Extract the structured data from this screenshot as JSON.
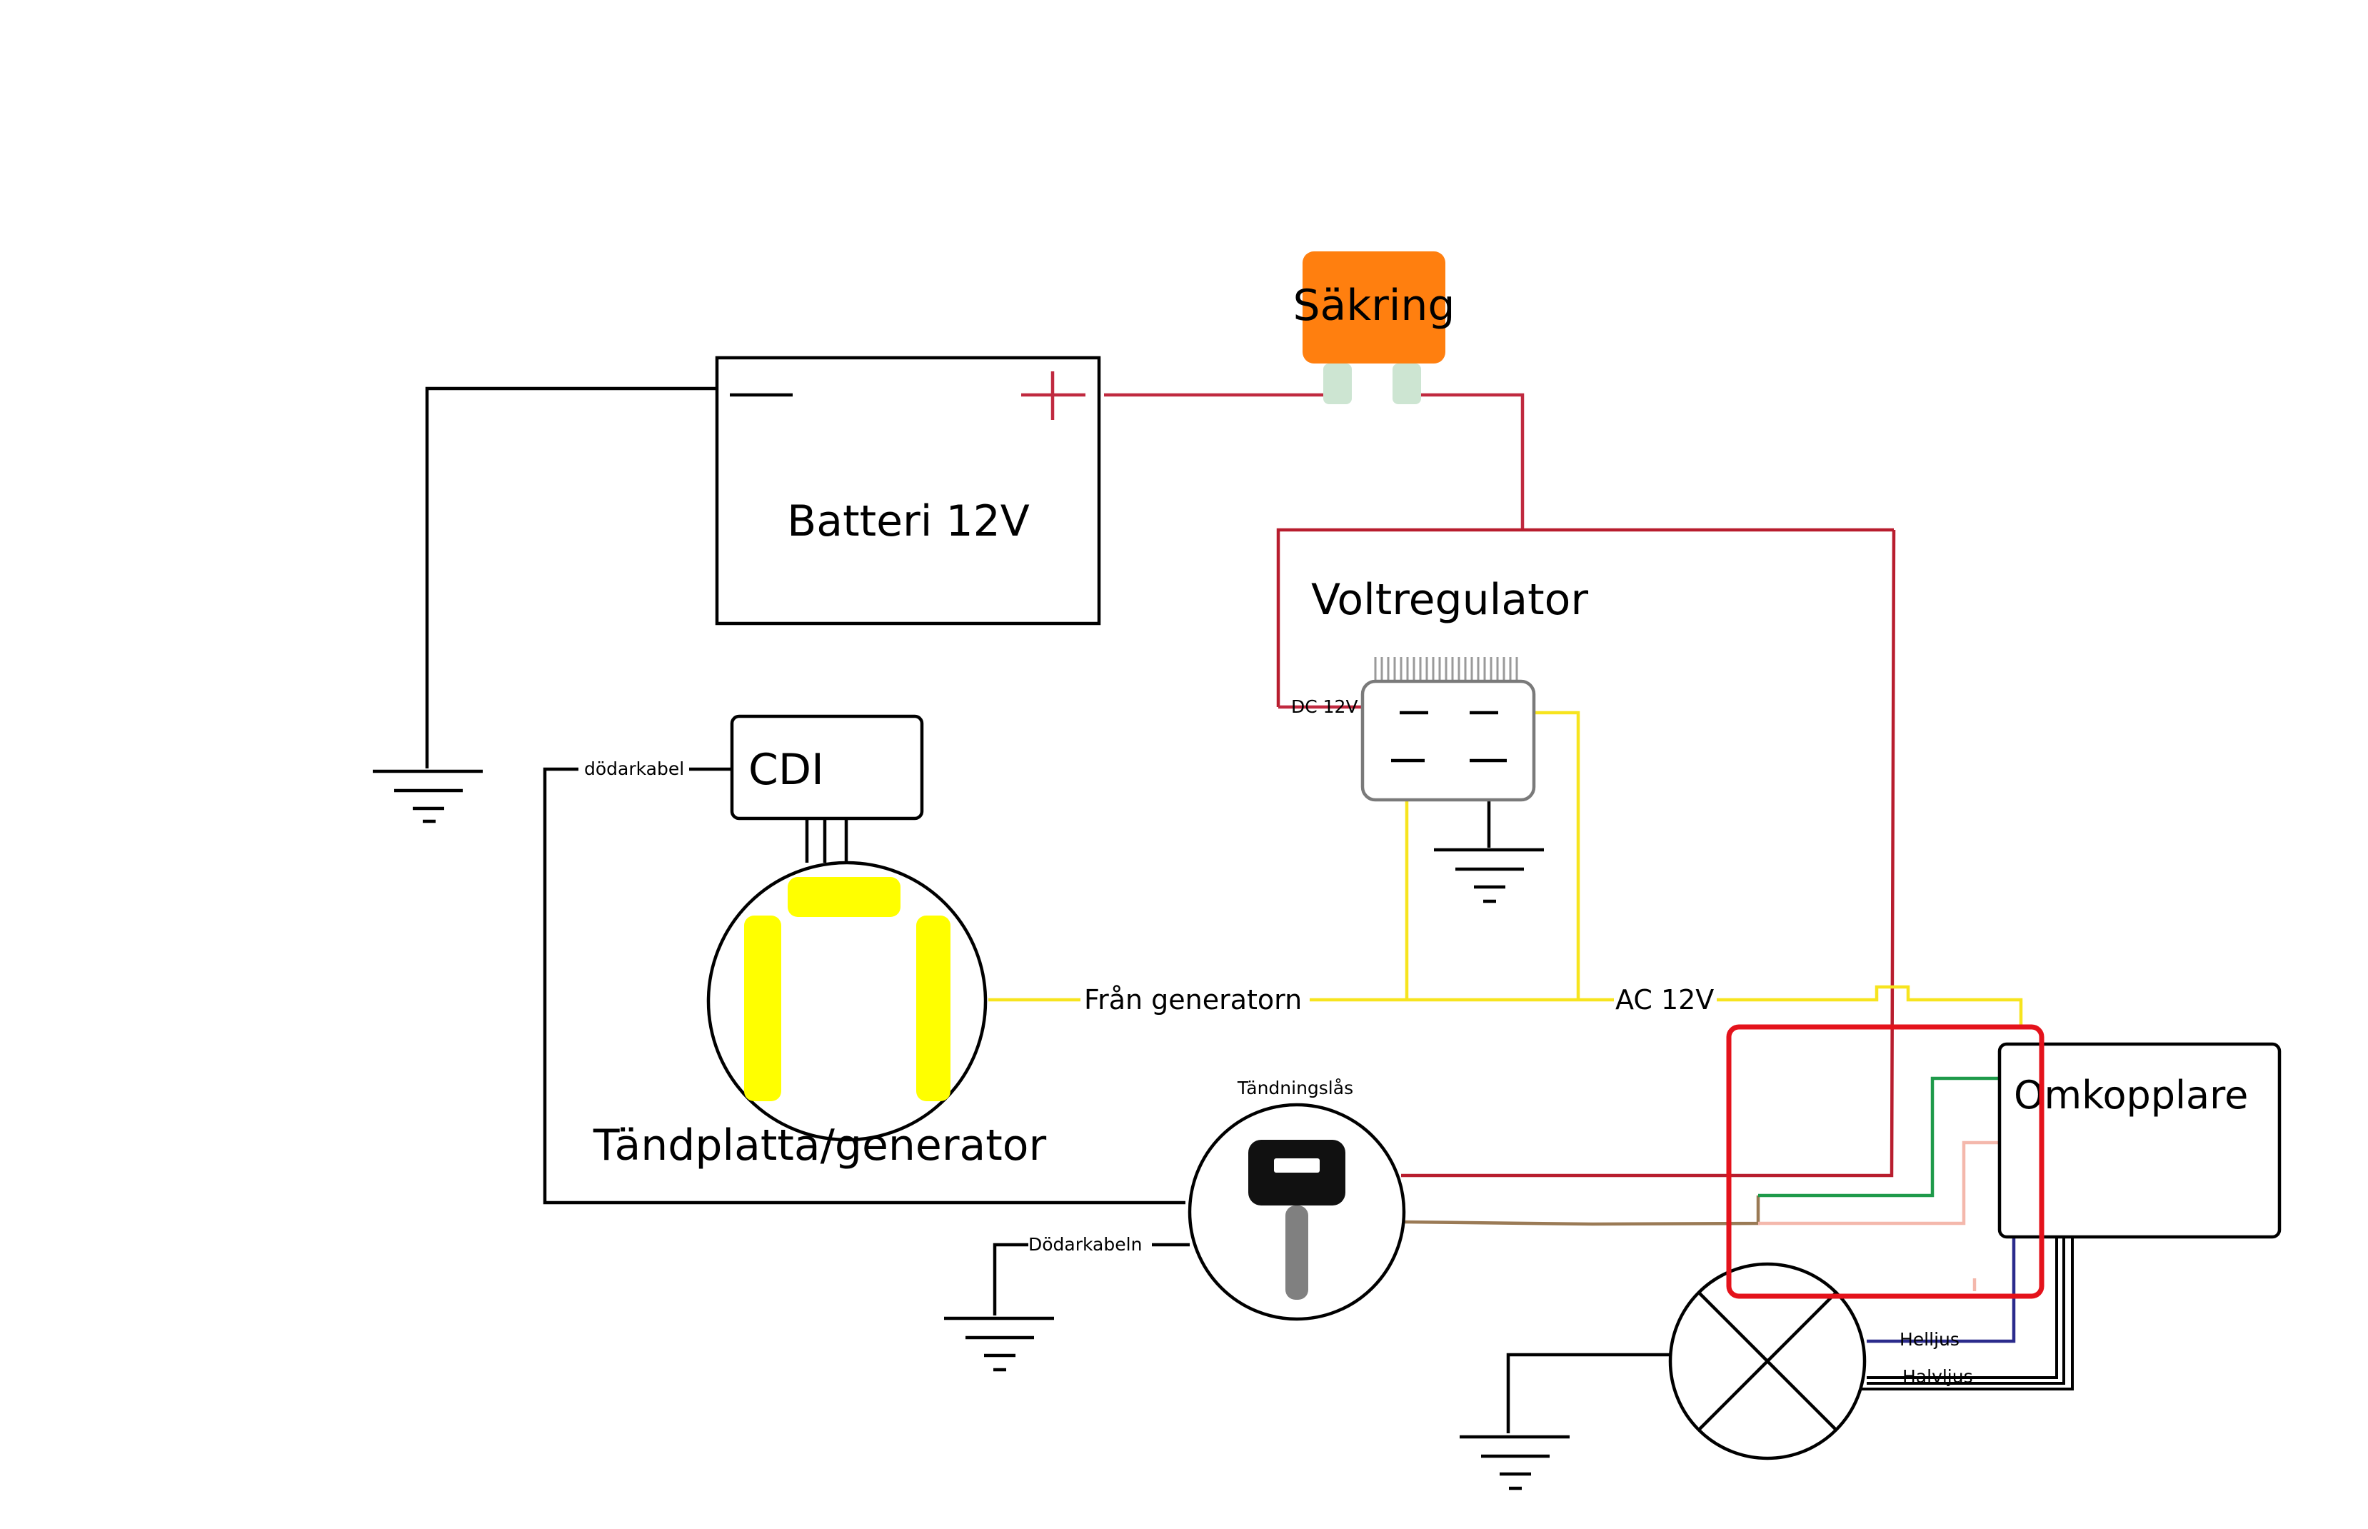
{
  "components": {
    "fuse": "Säkring",
    "battery": "Batteri 12V",
    "voltage_regulator": "Voltregulator",
    "cdi": "CDI",
    "stator": "Tändplatta/generator",
    "ignition_switch": "Tändningslås",
    "switch": "Omkopplare"
  },
  "wire_labels": {
    "kill_wire_cdi": "dödarkabel",
    "dc_12v": "DC 12V",
    "from_generator": "Från generatorn",
    "ac_12v": "AC 12V",
    "kill_wire_ignition": "Dödarkabeln",
    "high_beam": "Helljus",
    "low_beam": "Halvljus"
  },
  "colors": {
    "red_wire": "#c0293f",
    "dark_red_wire": "#b81d2e",
    "yellow_wire": "#f7e41e",
    "green_wire": "#1e9a4a",
    "pink_wire": "#f4b8ac",
    "brown_wire": "#9a7a55",
    "blue_wire": "#2b2b8c",
    "fuse_body": "#ff7f0f",
    "fuse_pin": "#cde5d2",
    "stator_coil": "#ffff00",
    "highlight_box": "#e4121b",
    "regulator_stroke": "#7a7a7a",
    "key": "#111111",
    "key_blade": "#808080"
  }
}
